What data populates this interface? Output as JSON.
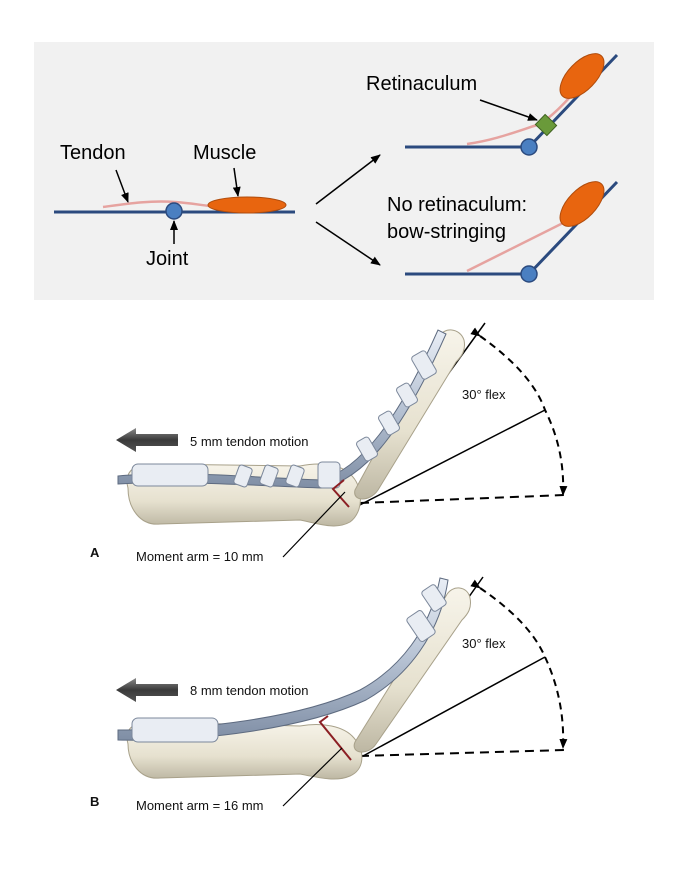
{
  "top_diagram": {
    "tendon_label": "Tendon",
    "muscle_label": "Muscle",
    "joint_label": "Joint",
    "retinaculum_label": "Retinaculum",
    "no_retinaculum_line1": "No retinaculum:",
    "no_retinaculum_line2": "bow-stringing",
    "colors": {
      "bone": "#2b4a7e",
      "muscle": "#e8650f",
      "tendon": "#e6a3a0",
      "joint": "#4a7fc1",
      "retinaculum": "#6a9a3a"
    }
  },
  "panel_a": {
    "letter": "A",
    "tendon_motion": "5 mm tendon motion",
    "moment_arm": "Moment arm = 10 mm",
    "flex_angle": "30° flex"
  },
  "panel_b": {
    "letter": "B",
    "tendon_motion": "8 mm tendon motion",
    "moment_arm": "Moment arm = 16 mm",
    "flex_angle": "30° flex"
  }
}
